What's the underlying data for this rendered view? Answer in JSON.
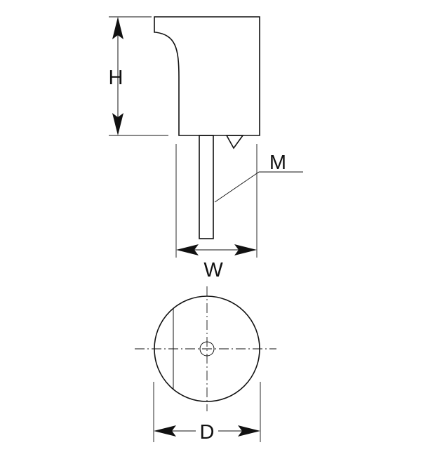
{
  "labels": {
    "height": "H",
    "width": "W",
    "material": "M",
    "diameter": "D"
  },
  "colors": {
    "line": "#111111",
    "background": "#ffffff"
  }
}
